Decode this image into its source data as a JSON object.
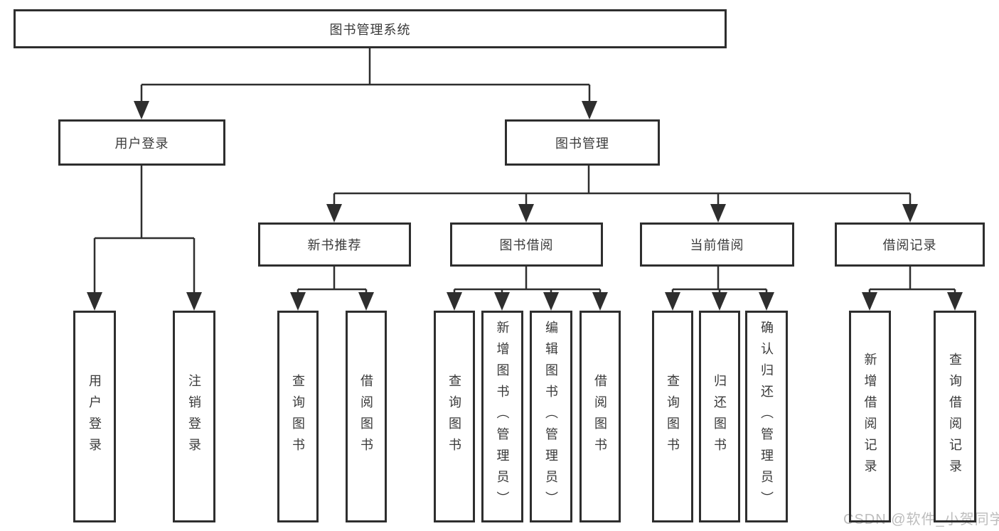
{
  "tree": {
    "root": {
      "label": "图书管理系统"
    },
    "branches": [
      {
        "label": "用户登录",
        "children": [
          {
            "label": "用户登录"
          },
          {
            "label": "注销登录"
          }
        ]
      },
      {
        "label": "图书管理",
        "groups": [
          {
            "label": "新书推荐",
            "children": [
              {
                "label": "查询图书"
              },
              {
                "label": "借阅图书"
              }
            ]
          },
          {
            "label": "图书借阅",
            "children": [
              {
                "label": "查询图书"
              },
              {
                "label": "新增图书（管理员）"
              },
              {
                "label": "编辑图书（管理员）"
              },
              {
                "label": "借阅图书"
              }
            ]
          },
          {
            "label": "当前借阅",
            "children": [
              {
                "label": "查询图书"
              },
              {
                "label": "归还图书"
              },
              {
                "label": "确认归还（管理员）"
              }
            ]
          },
          {
            "label": "借阅记录",
            "children": [
              {
                "label": "新增借阅记录"
              },
              {
                "label": "查询借阅记录"
              }
            ]
          }
        ]
      }
    ]
  },
  "watermark": {
    "text": "CSDN @软件_小贺同学"
  },
  "colors": {
    "line": "#2e2e2e",
    "text": "#3a3a3a",
    "background": "#ffffff",
    "watermark": "#bdbdbd"
  }
}
